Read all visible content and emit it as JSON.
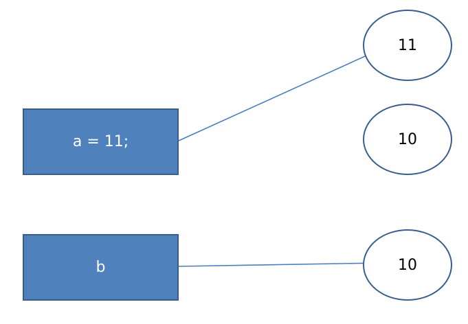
{
  "boxes": {
    "a_label": "a = 11;",
    "b_label": "b"
  },
  "values": {
    "top": "11",
    "middle": "10",
    "bottom": "10"
  },
  "colors": {
    "box_fill": "#4f81bd",
    "box_border": "#385d8a",
    "arrow": "#4a7ebb"
  }
}
